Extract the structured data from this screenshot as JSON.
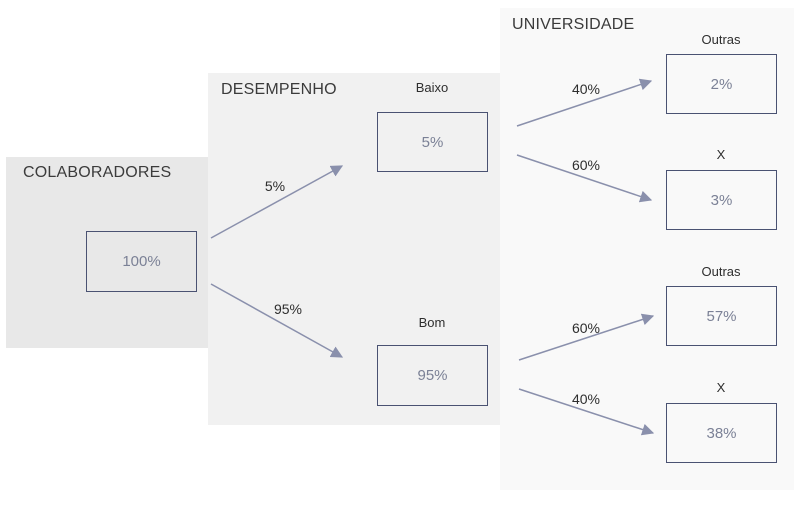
{
  "sections": {
    "colaboradores": "COLABORADORES",
    "desempenho": "DESEMPENHO",
    "universidade": "UNIVERSIDADE"
  },
  "nodes": {
    "root": {
      "value": "100%"
    },
    "baixo": {
      "label": "Baixo",
      "value": "5%"
    },
    "bom": {
      "label": "Bom",
      "value": "95%"
    },
    "baixo_outras": {
      "label": "Outras",
      "value": "2%"
    },
    "baixo_x": {
      "label": "X",
      "value": "3%"
    },
    "bom_outras": {
      "label": "Outras",
      "value": "57%"
    },
    "bom_x": {
      "label": "X",
      "value": "38%"
    }
  },
  "edges": {
    "root_baixo": "5%",
    "root_bom": "95%",
    "baixo_outras": "40%",
    "baixo_x": "60%",
    "bom_outras": "60%",
    "bom_x": "40%"
  },
  "colors": {
    "edge": "#8a90ac",
    "node_border": "#4a5272"
  }
}
